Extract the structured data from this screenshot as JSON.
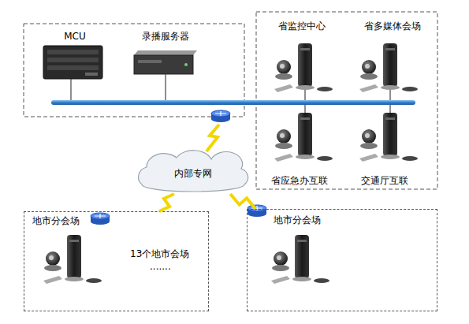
{
  "diagram": {
    "nodes": [
      {
        "text": [
          "MCU"
        ]
      },
      {
        "text": [
          "录播服务器"
        ]
      },
      {
        "text": [
          "省监控中心"
        ]
      },
      {
        "text": [
          "省多媒体会场"
        ]
      },
      {
        "text": [
          "省应急办互联"
        ]
      },
      {
        "text": [
          "交通厅互联"
        ]
      },
      {
        "text": [
          "内部专网"
        ]
      },
      {
        "text": [
          "地市分会场"
        ]
      },
      {
        "text": [
          "地市分会场"
        ]
      }
    ],
    "edges": [
      {
        "from": 6,
        "to": 7,
        "arrow": "none"
      },
      {
        "from": 6,
        "to": 8,
        "arrow": "none"
      }
    ],
    "labels": [
      "13个地市会场",
      "......."
    ]
  }
}
